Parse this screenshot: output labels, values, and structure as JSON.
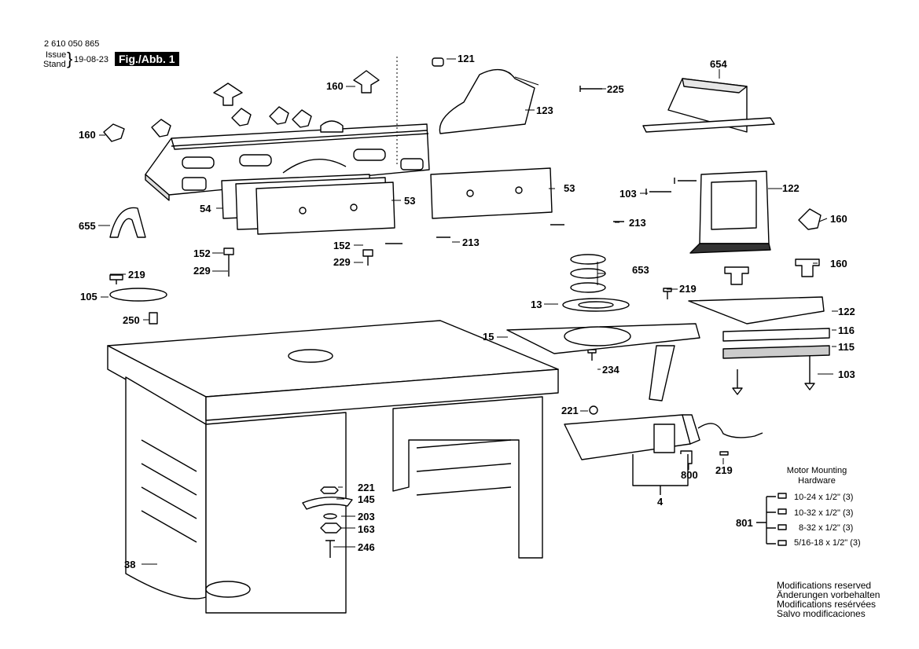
{
  "header": {
    "doc_number": "2 610 050 865",
    "issue_label": "Issue",
    "stand_label": "Stand",
    "date": "19-08-23",
    "figure": "Fig./Abb. 1"
  },
  "parts": {
    "p121": "121",
    "p225": "225",
    "p123": "123",
    "p654": "654",
    "p160a": "160",
    "p160b": "160",
    "p160c": "160",
    "p160d": "160",
    "p53a": "53",
    "p53b": "53",
    "p54": "54",
    "p122a": "122",
    "p122b": "122",
    "p103a": "103",
    "p103b": "103",
    "p213a": "213",
    "p213b": "213",
    "p655": "655",
    "p152a": "152",
    "p152b": "152",
    "p229a": "229",
    "p229b": "229",
    "p653": "653",
    "p219a": "219",
    "p219b": "219",
    "p219c": "219",
    "p105": "105",
    "p250": "250",
    "p13": "13",
    "p15": "15",
    "p116": "116",
    "p115": "115",
    "p234": "234",
    "p221a": "221",
    "p221b": "221",
    "p145": "145",
    "p203": "203",
    "p163": "163",
    "p246": "246",
    "p38": "38",
    "p800": "800",
    "p4": "4",
    "p801": "801"
  },
  "hardware": {
    "title": "Motor Mounting Hardware",
    "items": [
      "10-24 x 1/2\" (3)",
      "10-32 x 1/2\" (3)",
      "8-32 x 1/2\" (3)",
      "5/16-18 x 1/2\" (3)"
    ]
  },
  "notice": [
    "Modifications reserved",
    "Änderungen vorbehalten",
    "Modifications resérvées",
    "Salvo modificaciones"
  ]
}
